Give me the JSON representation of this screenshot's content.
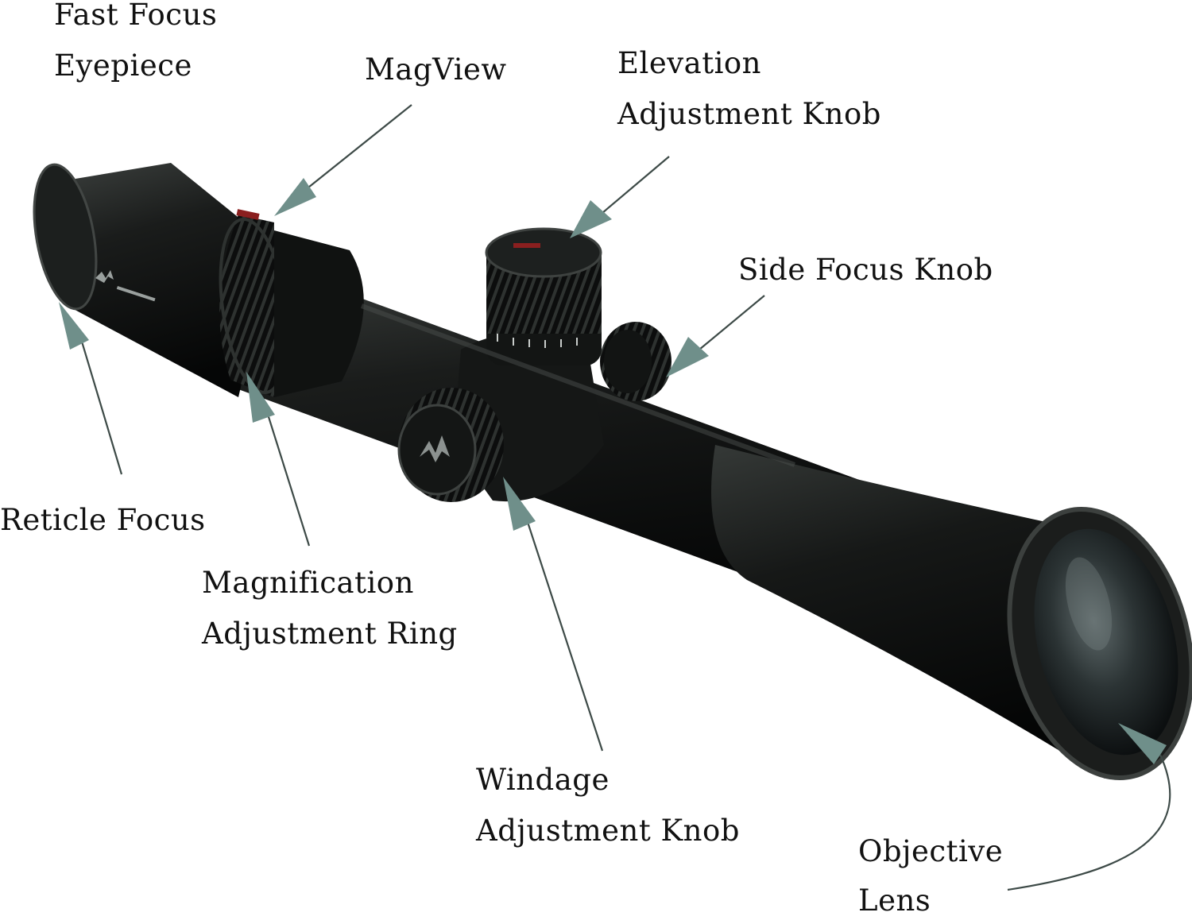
{
  "colors": {
    "background": "#ffffff",
    "label_text": "#111111",
    "leader_line": "#3d4a47",
    "arrowhead": "#6f8f8a",
    "scope_body": "#121413",
    "scope_highlight": "#4a4e4c",
    "lens_glass": "#2b3334"
  },
  "labels": {
    "fast_focus": {
      "line1": "Fast Focus",
      "line2": "Eyepiece"
    },
    "magview": {
      "line1": "MagView"
    },
    "elevation": {
      "line1": "Elevation",
      "line2": "Adjustment Knob"
    },
    "side_focus": {
      "line1": "Side Focus Knob"
    },
    "reticle_focus": {
      "line1": "Reticle Focus"
    },
    "magnification": {
      "line1": "Magnification",
      "line2": "Adjustment Ring"
    },
    "windage": {
      "line1": "Windage",
      "line2": "Adjustment Knob"
    },
    "objective": {
      "line1": "Objective",
      "line2": "Lens"
    }
  },
  "icons": {
    "brand_logo": "vortex-logo-icon",
    "arrow": "arrowhead-icon"
  }
}
